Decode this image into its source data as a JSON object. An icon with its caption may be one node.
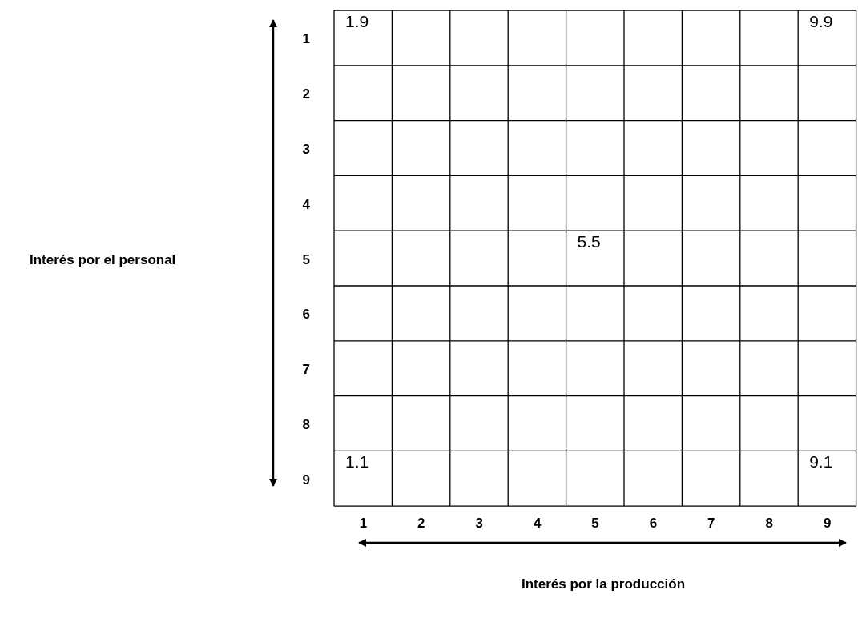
{
  "diagram": {
    "labels": [
      "1",
      "1.9",
      "9.9",
      "2",
      "3",
      "4",
      "Interés por el personal",
      "5",
      "5.5",
      "6",
      "7",
      "8",
      "9",
      "1.1",
      "9.1",
      "1",
      "2",
      "3",
      "4",
      "5",
      "6",
      "7",
      "8",
      "9",
      "Interés por la producción"
    ]
  }
}
